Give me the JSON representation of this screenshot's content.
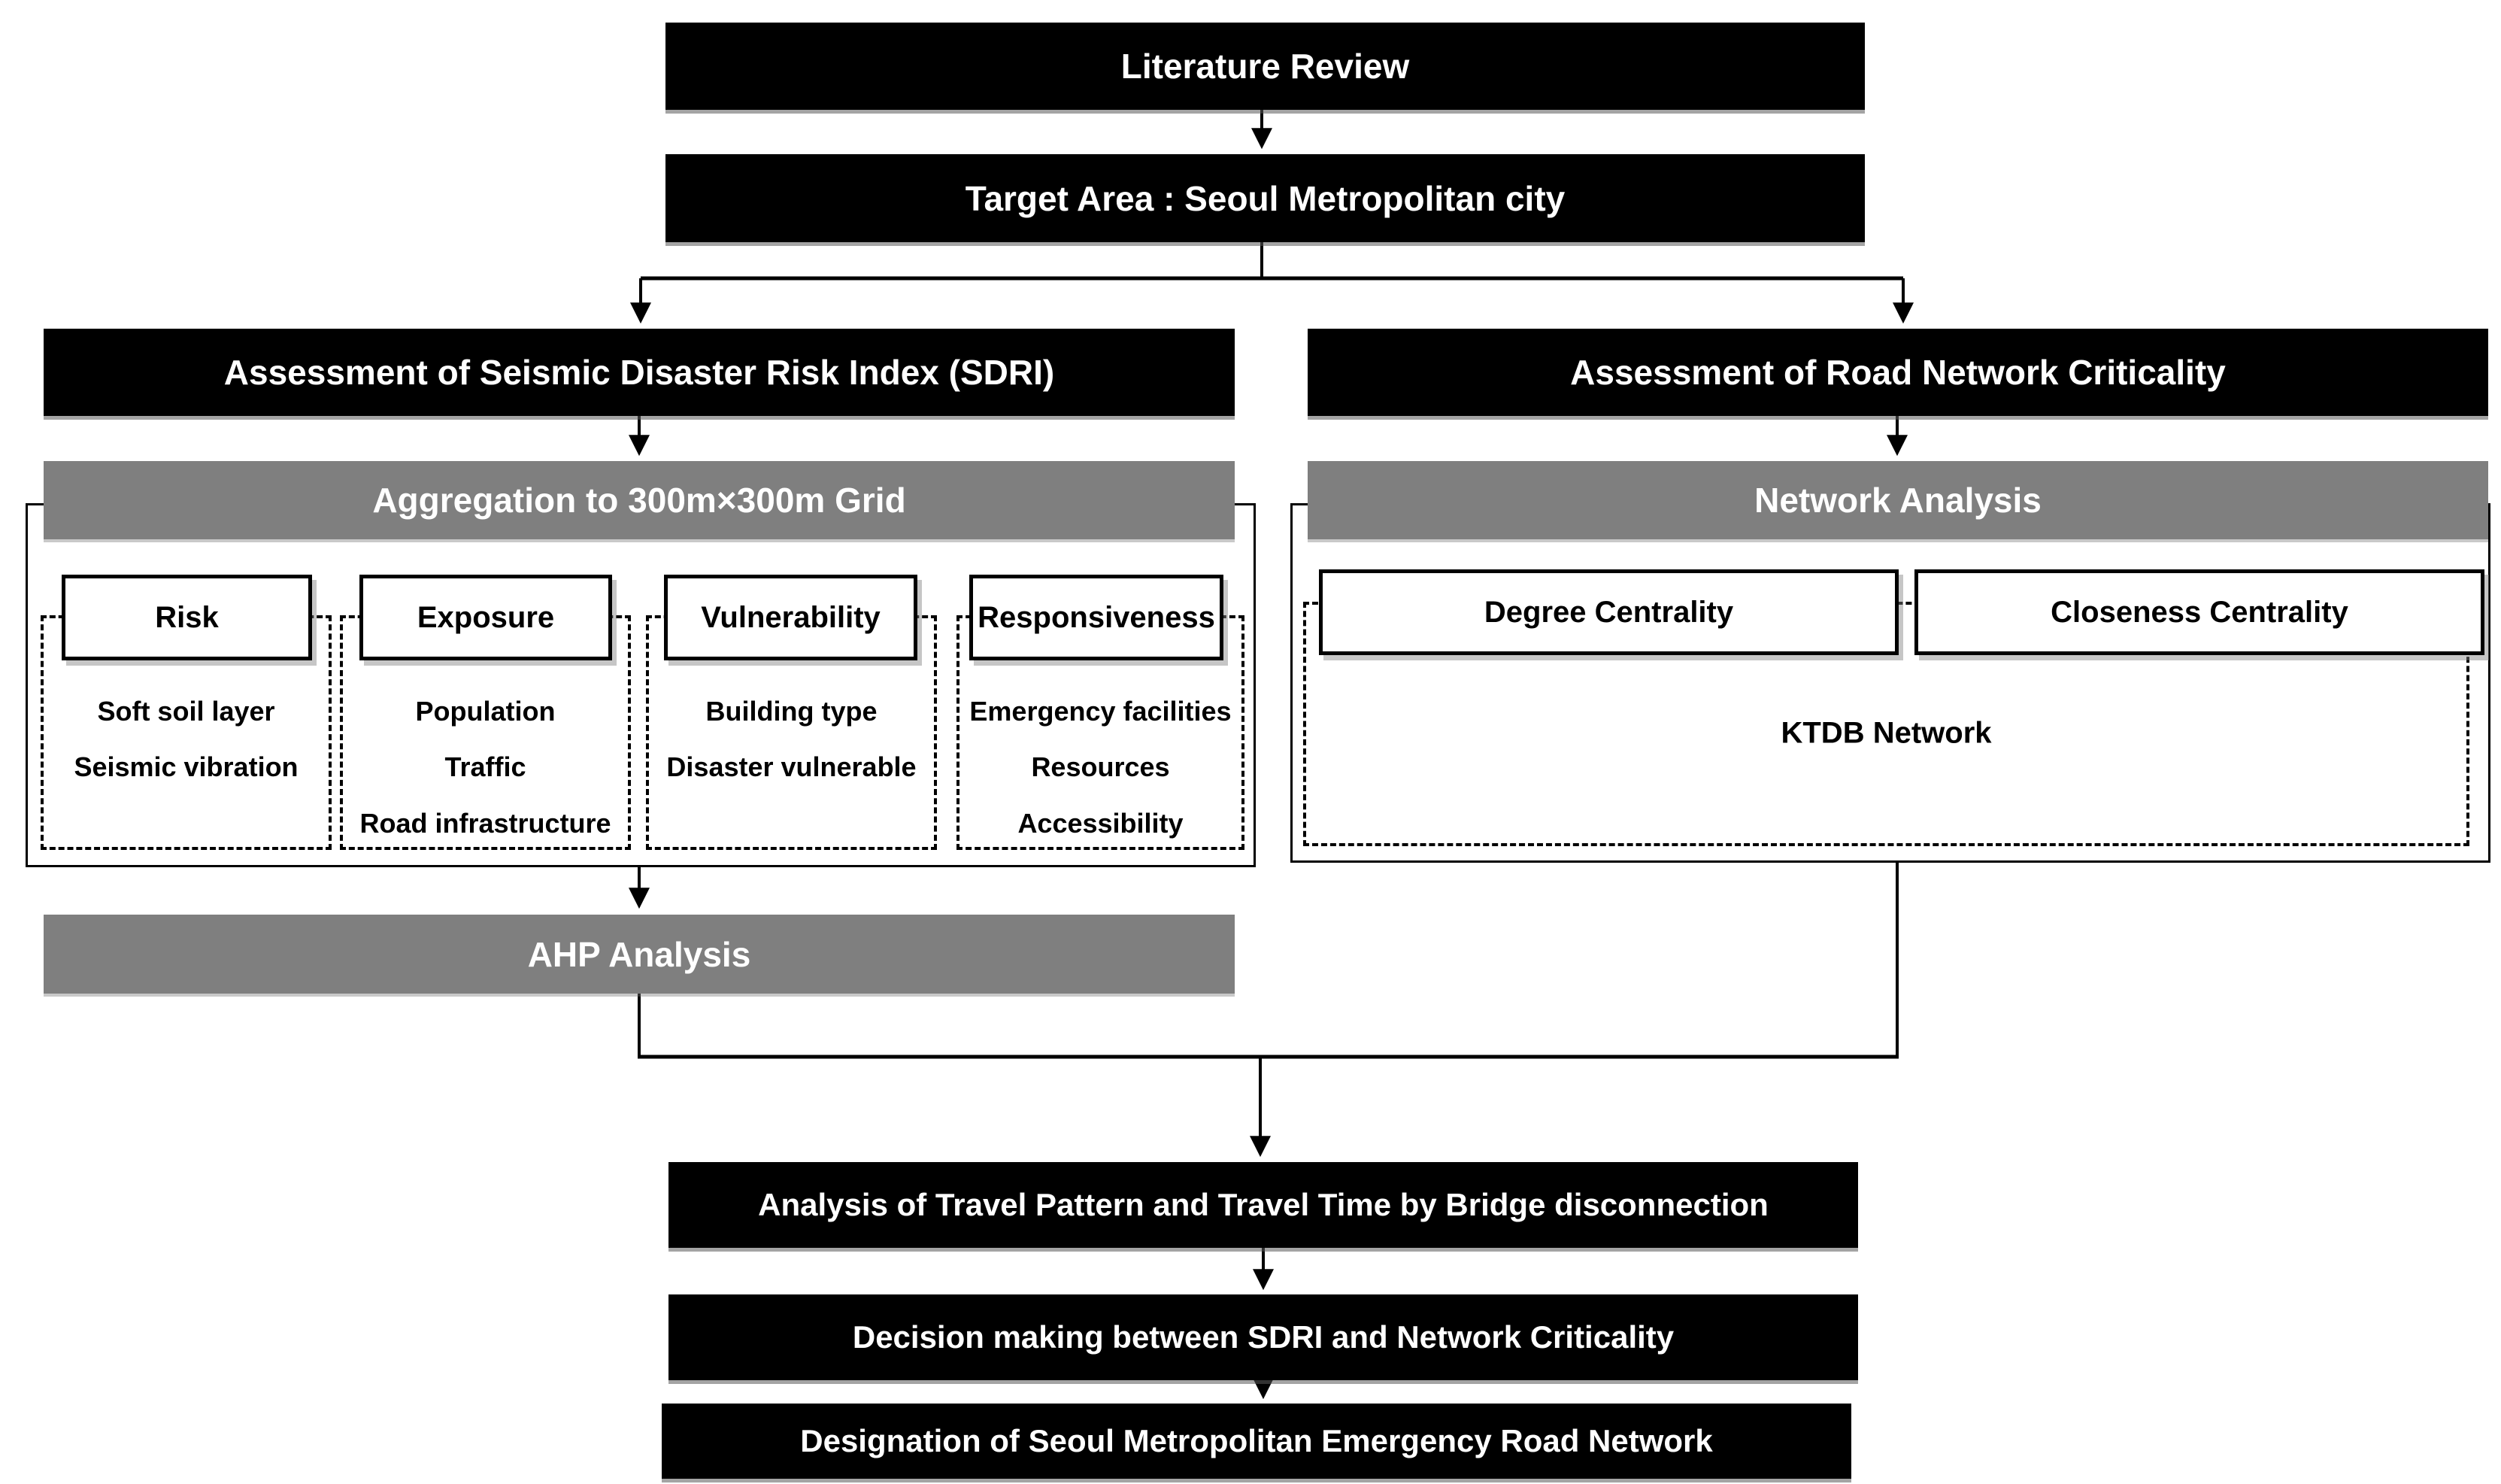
{
  "colors": {
    "box_black": "#000000",
    "box_gray": "#7f7f7f",
    "text_on_dark": "#ffffff",
    "text_on_light": "#000000",
    "border": "#000000"
  },
  "flow": {
    "literature_review": "Literature Review",
    "target_area": "Target Area : Seoul Metropolitan city",
    "left_branch": {
      "header": "Assessment of Seismic Disaster Risk Index (SDRI)",
      "aggregation": "Aggregation to 300m×300m Grid",
      "categories": [
        {
          "title": "Risk",
          "items": [
            "Soft soil layer",
            "Seismic vibration"
          ]
        },
        {
          "title": "Exposure",
          "items": [
            "Population",
            "Traffic",
            "Road infrastructure"
          ]
        },
        {
          "title": "Vulnerability",
          "items": [
            "Building type",
            "Disaster vulnerable"
          ]
        },
        {
          "title": "Responsiveness",
          "items": [
            "Emergency facilities",
            "Resources",
            "Accessibility"
          ]
        }
      ],
      "ahp": "AHP Analysis"
    },
    "right_branch": {
      "header": "Assessment of Road Network Criticality",
      "network_analysis": "Network Analysis",
      "centralities": [
        "Degree Centrality",
        "Closeness Centrality"
      ],
      "ktdb": "KTDB Network"
    },
    "bottom_steps": [
      "Analysis of Travel Pattern and Travel Time by Bridge disconnection",
      "Decision making between SDRI and Network Criticality",
      "Designation of Seoul Metropolitan Emergency Road Network"
    ]
  }
}
